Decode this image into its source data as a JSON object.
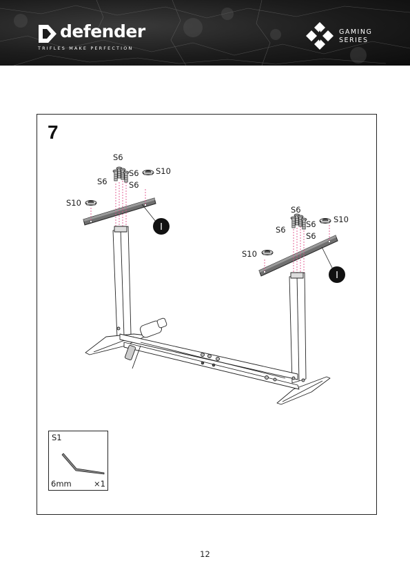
{
  "header": {
    "brand_name": "defender",
    "brand_tagline": "TRIFLES MAKE PERFECTION",
    "series_line1": "GAMING",
    "series_line2": "SERIES"
  },
  "step": {
    "number": "7",
    "labels": {
      "s6": "S6",
      "s10": "S10"
    },
    "marker": "I"
  },
  "tool": {
    "id": "S1",
    "size": "6mm",
    "quantity": "×1"
  },
  "page_number": "12"
}
